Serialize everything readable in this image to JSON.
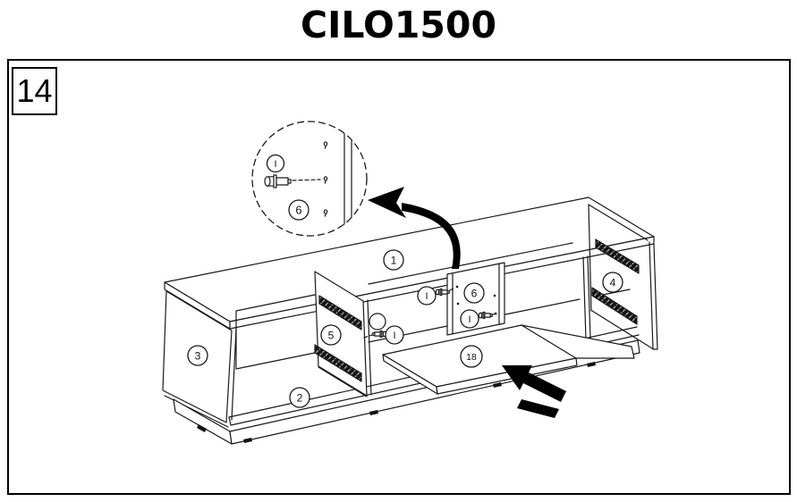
{
  "title": "CILO1500",
  "step": "14",
  "colors": {
    "line": "#1a1a1a",
    "background": "#ffffff",
    "arrow": "#000000"
  },
  "callouts": {
    "parts": [
      {
        "label": "1"
      },
      {
        "label": "2"
      },
      {
        "label": "3"
      },
      {
        "label": "4"
      },
      {
        "label": "5"
      },
      {
        "label": "6"
      },
      {
        "label": "18"
      }
    ],
    "fasteners": [
      {
        "label": "I"
      },
      {
        "label": "I"
      },
      {
        "label": "I"
      }
    ]
  },
  "detail_view": {
    "fastener_label": "I",
    "part_label": "6"
  }
}
